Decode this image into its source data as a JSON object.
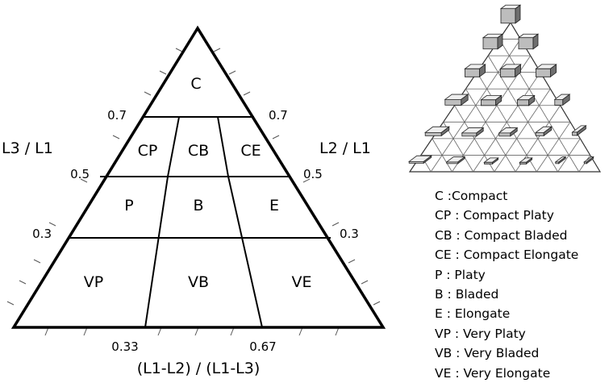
{
  "axes": {
    "left": "L3 / L1",
    "right": "L2 / L1",
    "bottom": "(L1-L2) / (L1-L3)"
  },
  "ticks": {
    "left": [
      "0.7",
      "0.5",
      "0.3"
    ],
    "right": [
      "0.7",
      "0.5",
      "0.3"
    ],
    "bottom": [
      "0.33",
      "0.67"
    ]
  },
  "regions": {
    "C": "C",
    "CP": "CP",
    "CB": "CB",
    "CE": "CE",
    "P": "P",
    "B": "B",
    "E": "E",
    "VP": "VP",
    "VB": "VB",
    "VE": "VE"
  },
  "legend": [
    "C :Compact",
    "CP : Compact Platy",
    "CB : Compact Bladed",
    "CE : Compact Elongate",
    "P : Platy",
    "B : Bladed",
    "E : Elongate",
    "VP : Very Platy",
    "VB : Very Bladed",
    "VE : Very Elongate"
  ]
}
